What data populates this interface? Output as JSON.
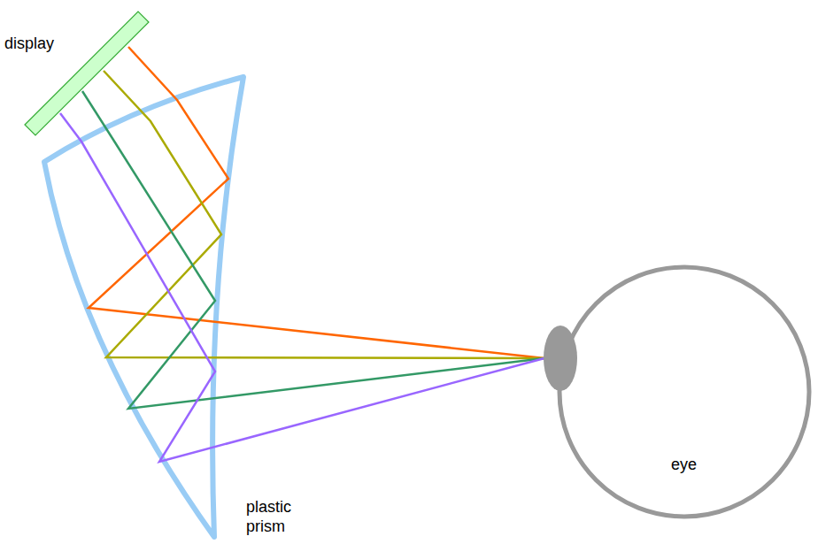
{
  "diagram": {
    "nodes": [
      {
        "text": [
          "display"
        ]
      },
      {
        "text": [
          "eye"
        ]
      }
    ],
    "edges": [
      {
        "from": 0,
        "to": 1,
        "arrow": "none"
      },
      {
        "from": 0,
        "to": 1,
        "arrow": "none"
      },
      {
        "from": 0,
        "to": 1,
        "arrow": "none"
      },
      {
        "from": 0,
        "to": 1,
        "arrow": "none"
      }
    ],
    "labels": [
      "plastic prism"
    ]
  }
}
